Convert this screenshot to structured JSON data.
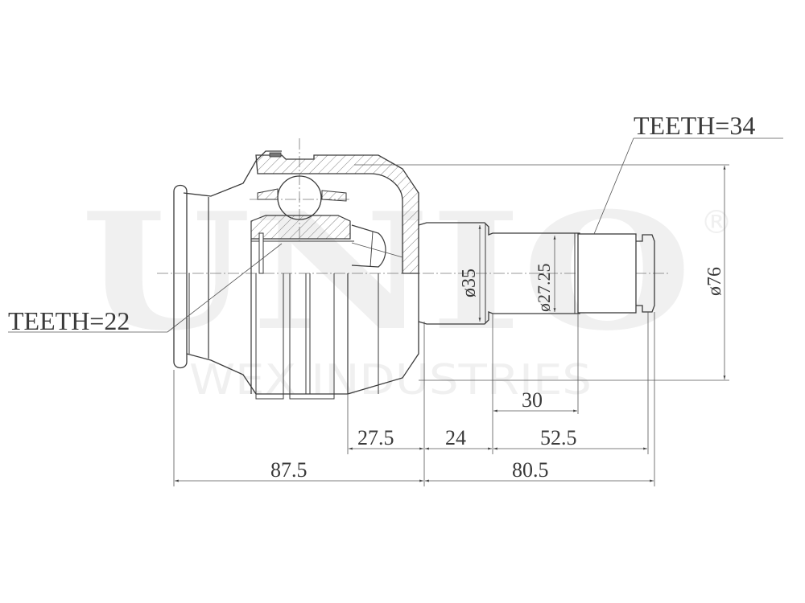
{
  "drawing": {
    "title": "CV joint technical drawing",
    "watermark": {
      "brand": "UNIO",
      "registered_mark": "®",
      "subtitle": "WEX INDUSTRIES"
    },
    "callouts": {
      "teeth_inner": "TEETH=22",
      "teeth_outer": "TEETH=34"
    },
    "diameters": {
      "d35": "ø35",
      "d27_25": "ø27.25",
      "d76": "ø76"
    },
    "dimensions": {
      "d30": "30",
      "d27_5": "27.5",
      "d24": "24",
      "d52_5": "52.5",
      "d87_5": "87.5",
      "d80_5": "80.5"
    },
    "colors": {
      "line": "#3a3a3a",
      "watermark": "#f0f0f0",
      "background": "#ffffff"
    }
  }
}
